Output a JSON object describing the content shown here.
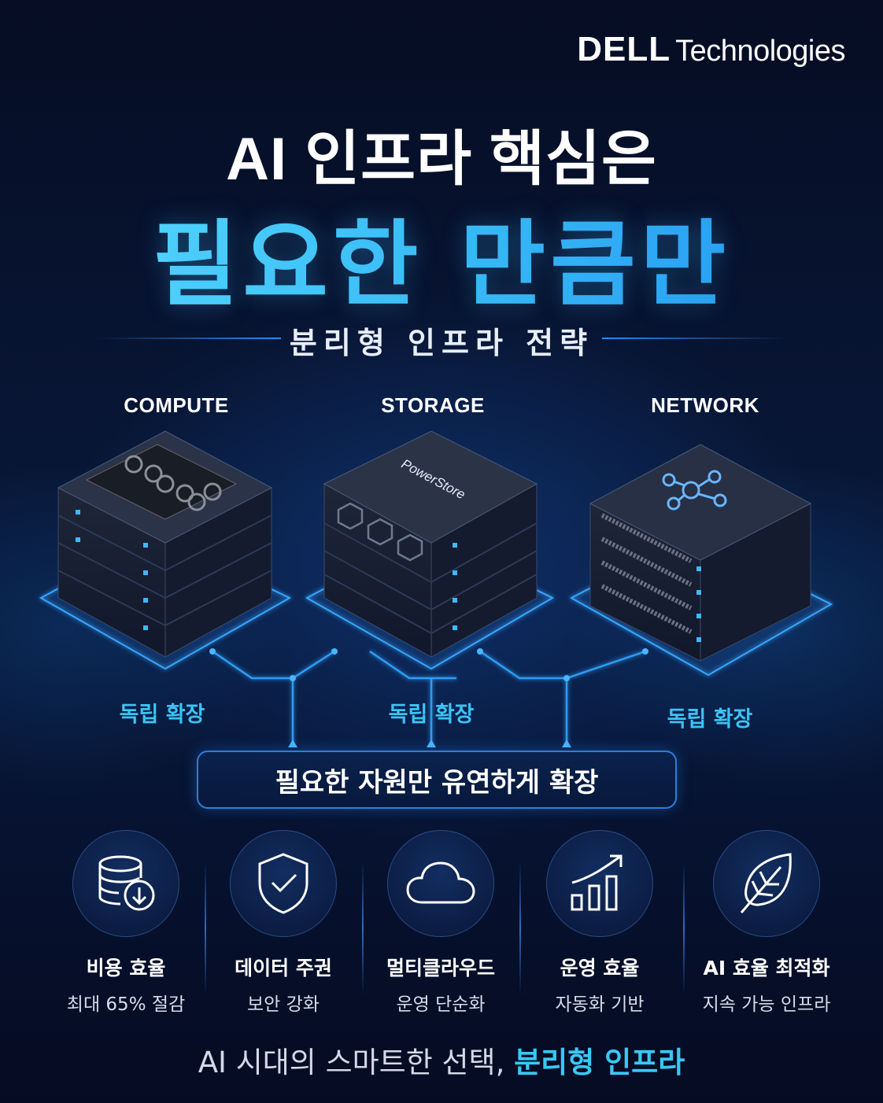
{
  "brand": {
    "dell": "DELL",
    "technologies": "Technologies"
  },
  "headline": {
    "line1": "AI 인프라 핵심은",
    "line2": "필요한 만큼만",
    "subtitle": "분리형 인프라 전략"
  },
  "columns": [
    {
      "label": "COMPUTE",
      "scale_label": "독립 확장",
      "icon": "gpu-server-stack-icon"
    },
    {
      "label": "STORAGE",
      "scale_label": "독립 확장",
      "product_label": "PowerStore",
      "icon": "storage-array-stack-icon"
    },
    {
      "label": "NETWORK",
      "scale_label": "독립 확장",
      "icon": "network-switch-stack-icon"
    }
  ],
  "center_banner": "필요한 자원만 유연하게 확장",
  "features": [
    {
      "title": "비용 효율",
      "subtitle": "최대 65% 절감",
      "icon": "database-download-icon"
    },
    {
      "title": "데이터 주권",
      "subtitle": "보안 강화",
      "icon": "shield-check-icon"
    },
    {
      "title": "멀티클라우드",
      "subtitle": "운영 단순화",
      "icon": "cloud-icon"
    },
    {
      "title": "운영 효율",
      "subtitle": "자동화 기반",
      "icon": "growth-chart-icon"
    },
    {
      "title": "AI 효율 최적화",
      "subtitle": "지속 가능 인프라",
      "icon": "leaf-icon"
    }
  ],
  "tagline": {
    "prefix": "AI 시대의 스마트한 선택, ",
    "highlight": "분리형 인프라"
  },
  "colors": {
    "accent": "#38c8f5",
    "line": "#2a8cf0",
    "background": "#071433"
  }
}
